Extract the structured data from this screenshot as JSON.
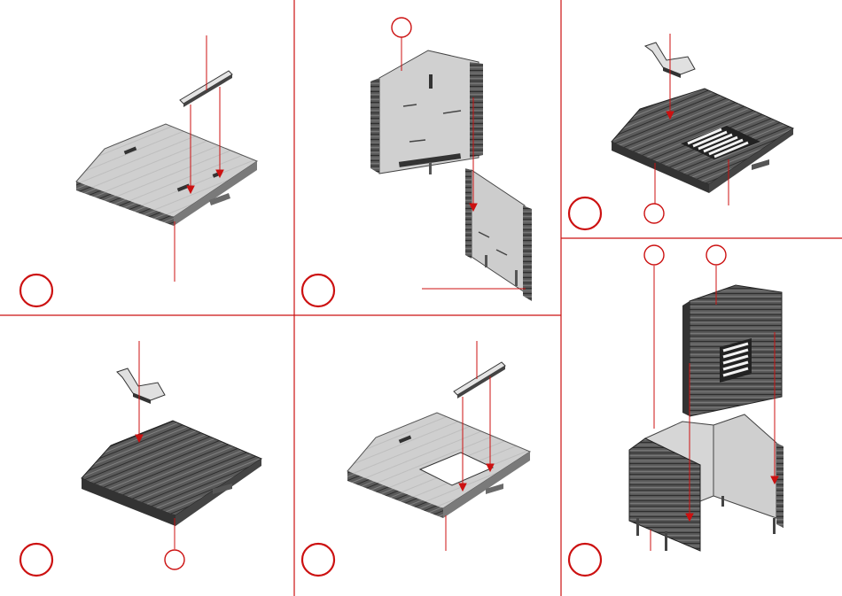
{
  "title": "",
  "steps": [
    {
      "id": "1",
      "label": ""
    },
    {
      "id": "2",
      "label": ""
    },
    {
      "id": "3",
      "label": ""
    },
    {
      "id": "4",
      "label": ""
    },
    {
      "id": "5",
      "label": ""
    },
    {
      "id": "6",
      "label": ""
    }
  ],
  "part_callouts": [
    {
      "id": "a",
      "label": ""
    },
    {
      "id": "b",
      "label": ""
    },
    {
      "id": "c",
      "label": ""
    },
    {
      "id": "d",
      "label": ""
    },
    {
      "id": "e",
      "label": ""
    }
  ],
  "colors": {
    "accent": "#cc1111",
    "panel_light": "#d2d2d2",
    "panel_mid": "#9a9a9a",
    "panel_dark": "#3c3c3c",
    "wood_dark": "#4a4a4a",
    "background": "#ffffff"
  }
}
